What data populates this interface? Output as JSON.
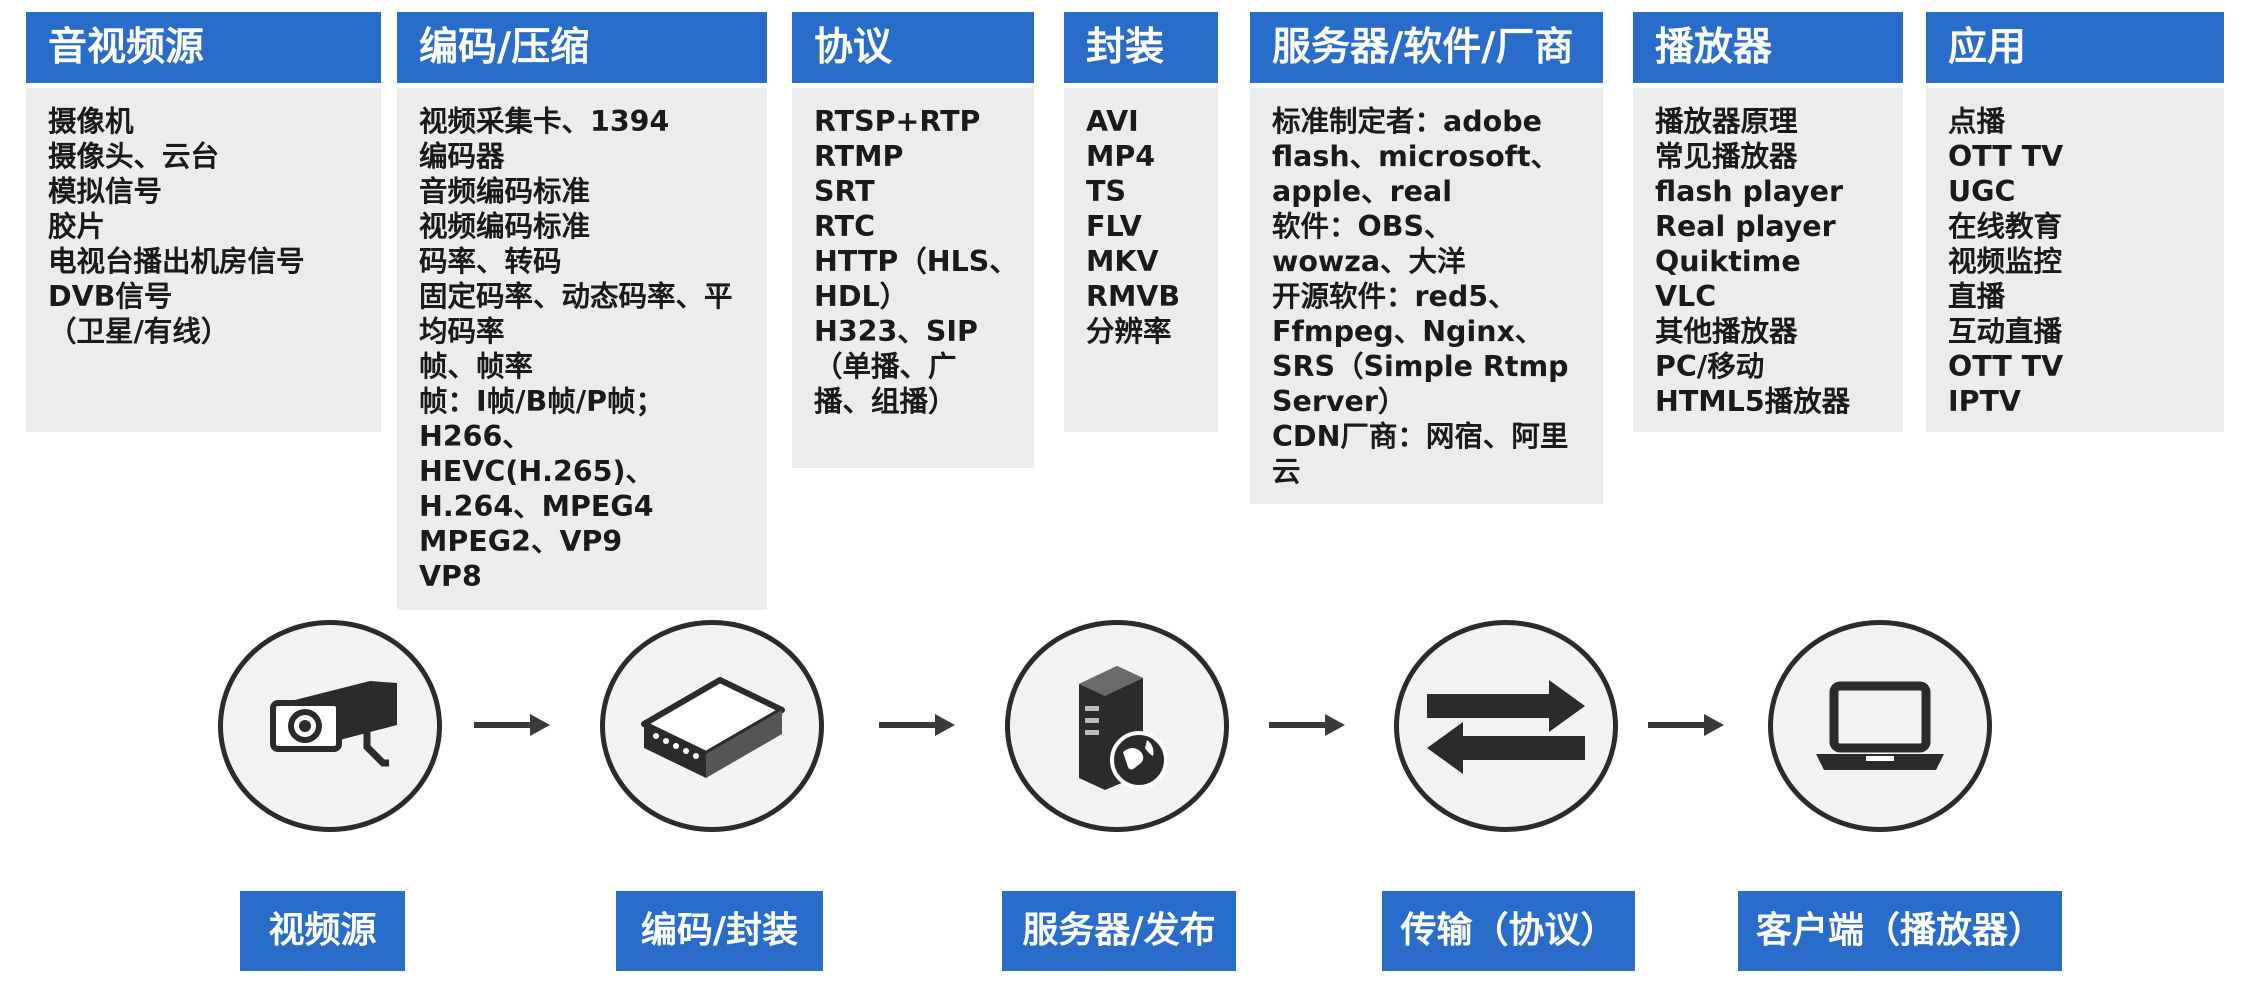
{
  "columns": [
    {
      "title": "音视频源",
      "lines": [
        "摄像机",
        "摄像头、云台",
        "模拟信号",
        "胶片",
        "电视台播出机房信号",
        "DVB信号",
        "（卫星/有线）"
      ]
    },
    {
      "title": "编码/压缩",
      "lines": [
        "视频采集卡、1394",
        "编码器",
        "音频编码标准",
        "视频编码标准",
        "码率、转码",
        "固定码率、动态码率、平",
        "均码率",
        "帧、帧率",
        "帧：I帧/B帧/P帧；",
        "H266、",
        "HEVC(H.265)、",
        "H.264、MPEG4",
        "MPEG2、VP9",
        "VP8"
      ]
    },
    {
      "title": "协议",
      "lines": [
        "RTSP+RTP",
        "RTMP",
        "SRT",
        "RTC",
        "HTTP（HLS、",
        "HDL）",
        "H323、SIP",
        "（单播、广",
        "播、组播）"
      ]
    },
    {
      "title": "封装",
      "lines": [
        "AVI",
        "MP4",
        "TS",
        "FLV",
        "MKV",
        "RMVB",
        "分辨率"
      ]
    },
    {
      "title": "服务器/软件/厂商",
      "lines": [
        "标准制定者：adobe",
        "flash、microsoft、",
        "apple、real",
        "软件：OBS、",
        "wowza、大洋",
        "开源软件：red5、",
        "Ffmpeg、Nginx、",
        "SRS（Simple Rtmp",
        "Server）",
        "CDN厂商：网宿、阿里",
        "云"
      ]
    },
    {
      "title": "播放器",
      "lines": [
        "播放器原理",
        "常见播放器",
        "flash player",
        "Real player",
        "Quiktime",
        "VLC",
        "其他播放器",
        "PC/移动",
        "HTML5播放器"
      ]
    },
    {
      "title": "应用",
      "lines": [
        "点播",
        "OTT TV",
        "UGC",
        "在线教育",
        "视频监控",
        "直播",
        "互动直播",
        "OTT TV",
        "IPTV"
      ]
    }
  ],
  "stages": [
    {
      "label": "视频源",
      "icon": "camera-icon"
    },
    {
      "label": "编码/封装",
      "icon": "encoder-box-icon"
    },
    {
      "label": "服务器/发布",
      "icon": "server-globe-icon"
    },
    {
      "label": "传输（协议）",
      "icon": "transfer-arrows-icon"
    },
    {
      "label": "客户端（播放器）",
      "icon": "laptop-icon"
    }
  ],
  "colors": {
    "accent": "#2a6cc9",
    "panel": "#ececec",
    "icon": "#2b2b2b",
    "circle_fill": "#f2f2f2"
  }
}
